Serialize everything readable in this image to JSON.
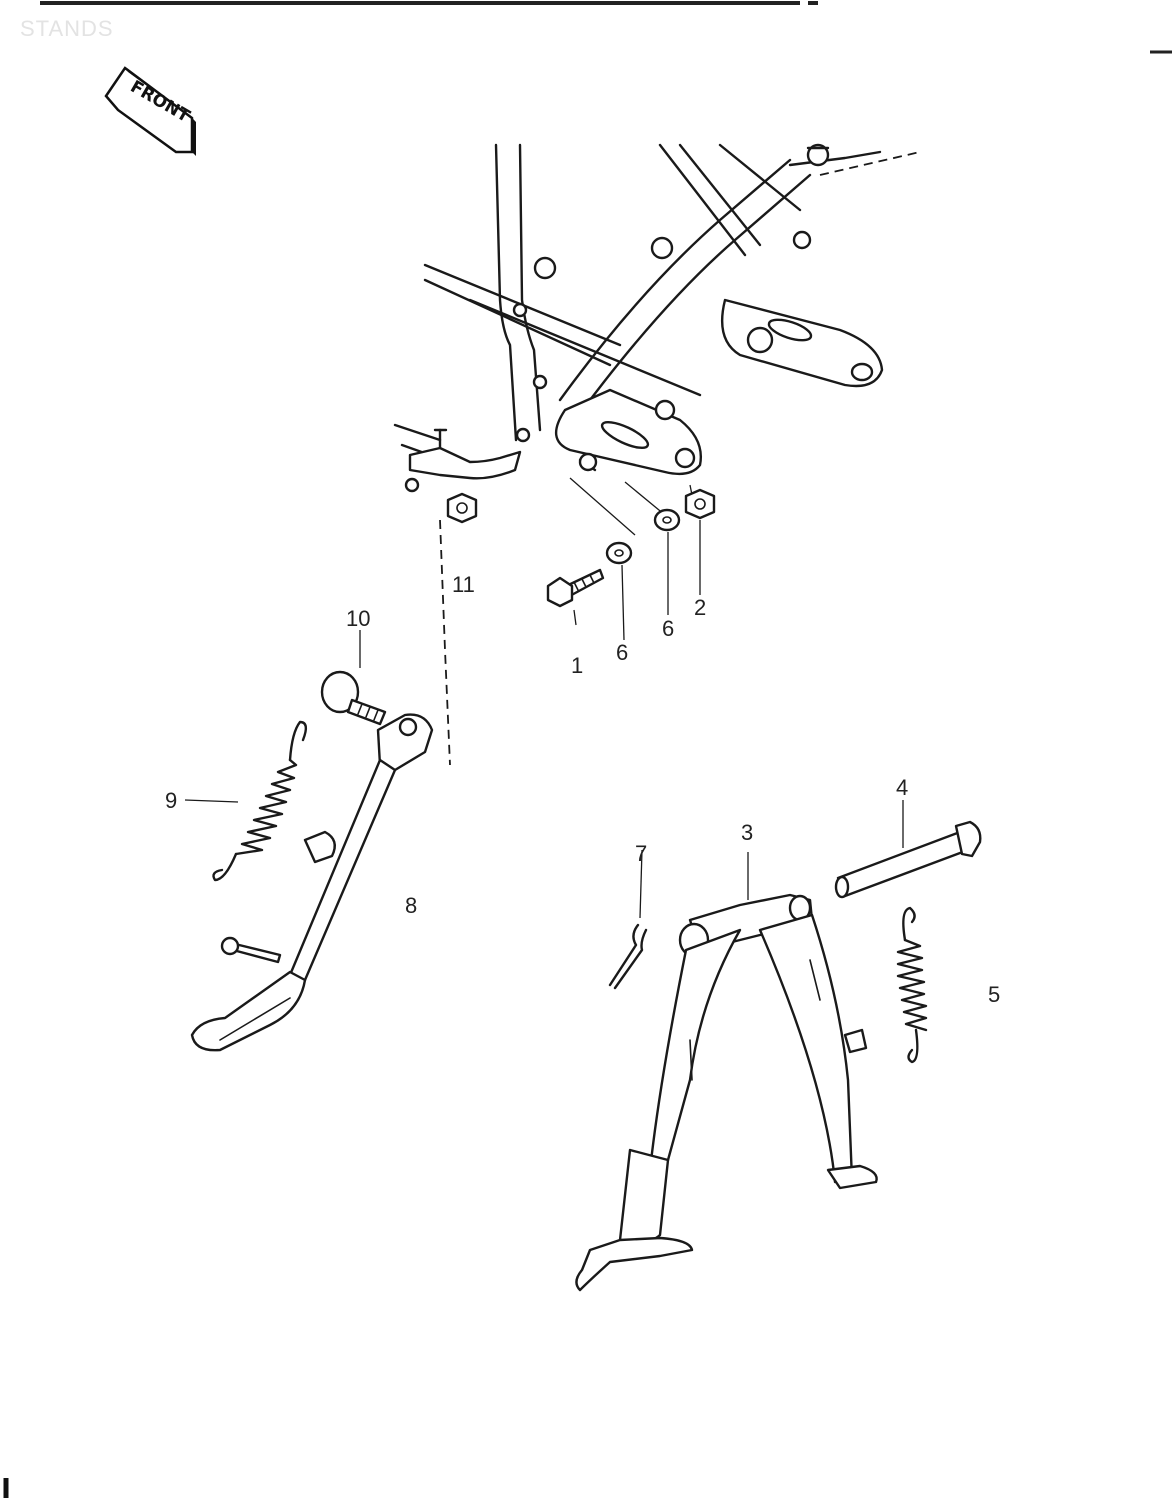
{
  "page": {
    "title": "STANDS"
  },
  "front_indicator": {
    "label": "FRONT"
  },
  "callouts": [
    {
      "id": "1",
      "text": "1"
    },
    {
      "id": "2",
      "text": "2"
    },
    {
      "id": "3",
      "text": "3"
    },
    {
      "id": "4",
      "text": "4"
    },
    {
      "id": "5",
      "text": "5"
    },
    {
      "id": "6a",
      "text": "6"
    },
    {
      "id": "6b",
      "text": "6"
    },
    {
      "id": "7",
      "text": "7"
    },
    {
      "id": "8",
      "text": "8"
    },
    {
      "id": "9",
      "text": "9"
    },
    {
      "id": "10",
      "text": "10"
    },
    {
      "id": "11",
      "text": "11"
    }
  ],
  "parts": [
    {
      "name": "frame",
      "icon": "motorcycle-frame-icon"
    },
    {
      "name": "bolt",
      "icon": "bolt-icon"
    },
    {
      "name": "washer",
      "icon": "washer-icon"
    },
    {
      "name": "nut",
      "icon": "nut-icon"
    },
    {
      "name": "center-stand",
      "icon": "center-stand-icon"
    },
    {
      "name": "stand-shaft",
      "icon": "shaft-icon"
    },
    {
      "name": "spring",
      "icon": "spring-icon"
    },
    {
      "name": "cotter-pin",
      "icon": "cotter-pin-icon"
    },
    {
      "name": "side-stand",
      "icon": "side-stand-icon"
    },
    {
      "name": "pivot-bolt",
      "icon": "pivot-bolt-icon"
    }
  ]
}
